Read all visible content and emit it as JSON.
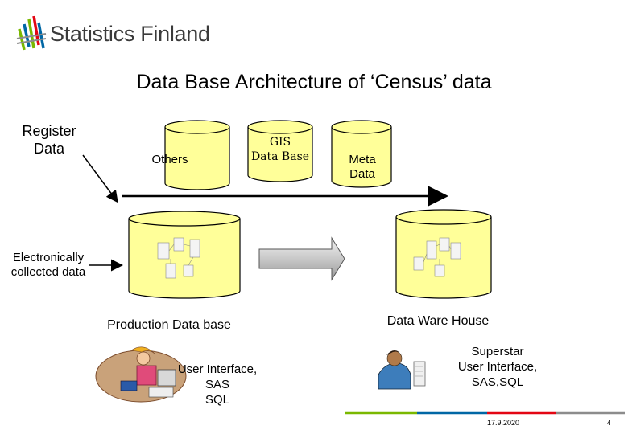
{
  "header": {
    "brand": "Statistics Finland",
    "colors": {
      "green": "#7ab800",
      "blue": "#0067a5",
      "red": "#e30613",
      "grey": "#8c8c8c"
    }
  },
  "title": "Data Base Architecture of ‘Census’ data",
  "sources": {
    "register_data": [
      "Register",
      "Data"
    ],
    "electronic": [
      "Electronically",
      "collected data"
    ]
  },
  "databases": {
    "others": "Others",
    "gis": [
      "GIS",
      "Data Base"
    ],
    "meta": [
      "Meta",
      "Data"
    ]
  },
  "production": {
    "caption": "Production Data base",
    "tools": [
      "User Interface,",
      "SAS",
      "SQL"
    ]
  },
  "warehouse": {
    "caption": "Data Ware House",
    "tools": [
      "Superstar",
      "User Interface,",
      "SAS,SQL"
    ]
  },
  "footer": {
    "date": "17.9.2020",
    "page": "4"
  }
}
